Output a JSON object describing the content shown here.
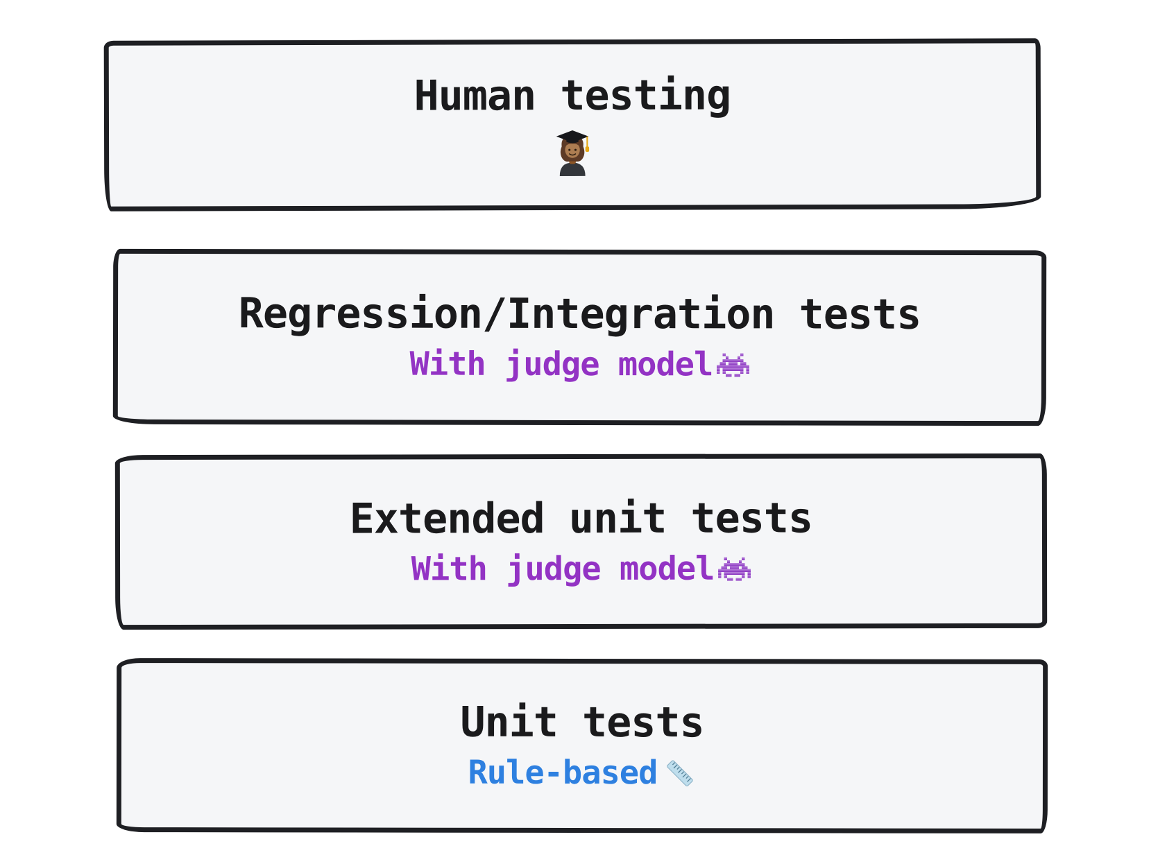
{
  "diagram": {
    "type": "stacked-testing-pyramid",
    "background_color": "#ffffff",
    "colors": {
      "box_fill": "#f5f6f8",
      "box_border": "#1e1f23",
      "title_text": "#1a1a1c",
      "judge_purple": "#9333c4",
      "rule_blue": "#2e80e0",
      "tassel_gold": "#e6a817",
      "ruler_blue": "#bfdeed"
    },
    "boxes": [
      {
        "title": "Human testing",
        "subtitle": "",
        "icon": "student-graduate-emoji"
      },
      {
        "title": "Regression/Integration tests",
        "subtitle": "With judge model",
        "subtitle_color": "#9333c4",
        "icon": "space-invader-emoji"
      },
      {
        "title": "Extended unit tests",
        "subtitle": "With judge model",
        "subtitle_color": "#9333c4",
        "icon": "space-invader-emoji"
      },
      {
        "title": "Unit tests",
        "subtitle": "Rule-based",
        "subtitle_color": "#2e80e0",
        "icon": "ruler-emoji"
      }
    ]
  }
}
